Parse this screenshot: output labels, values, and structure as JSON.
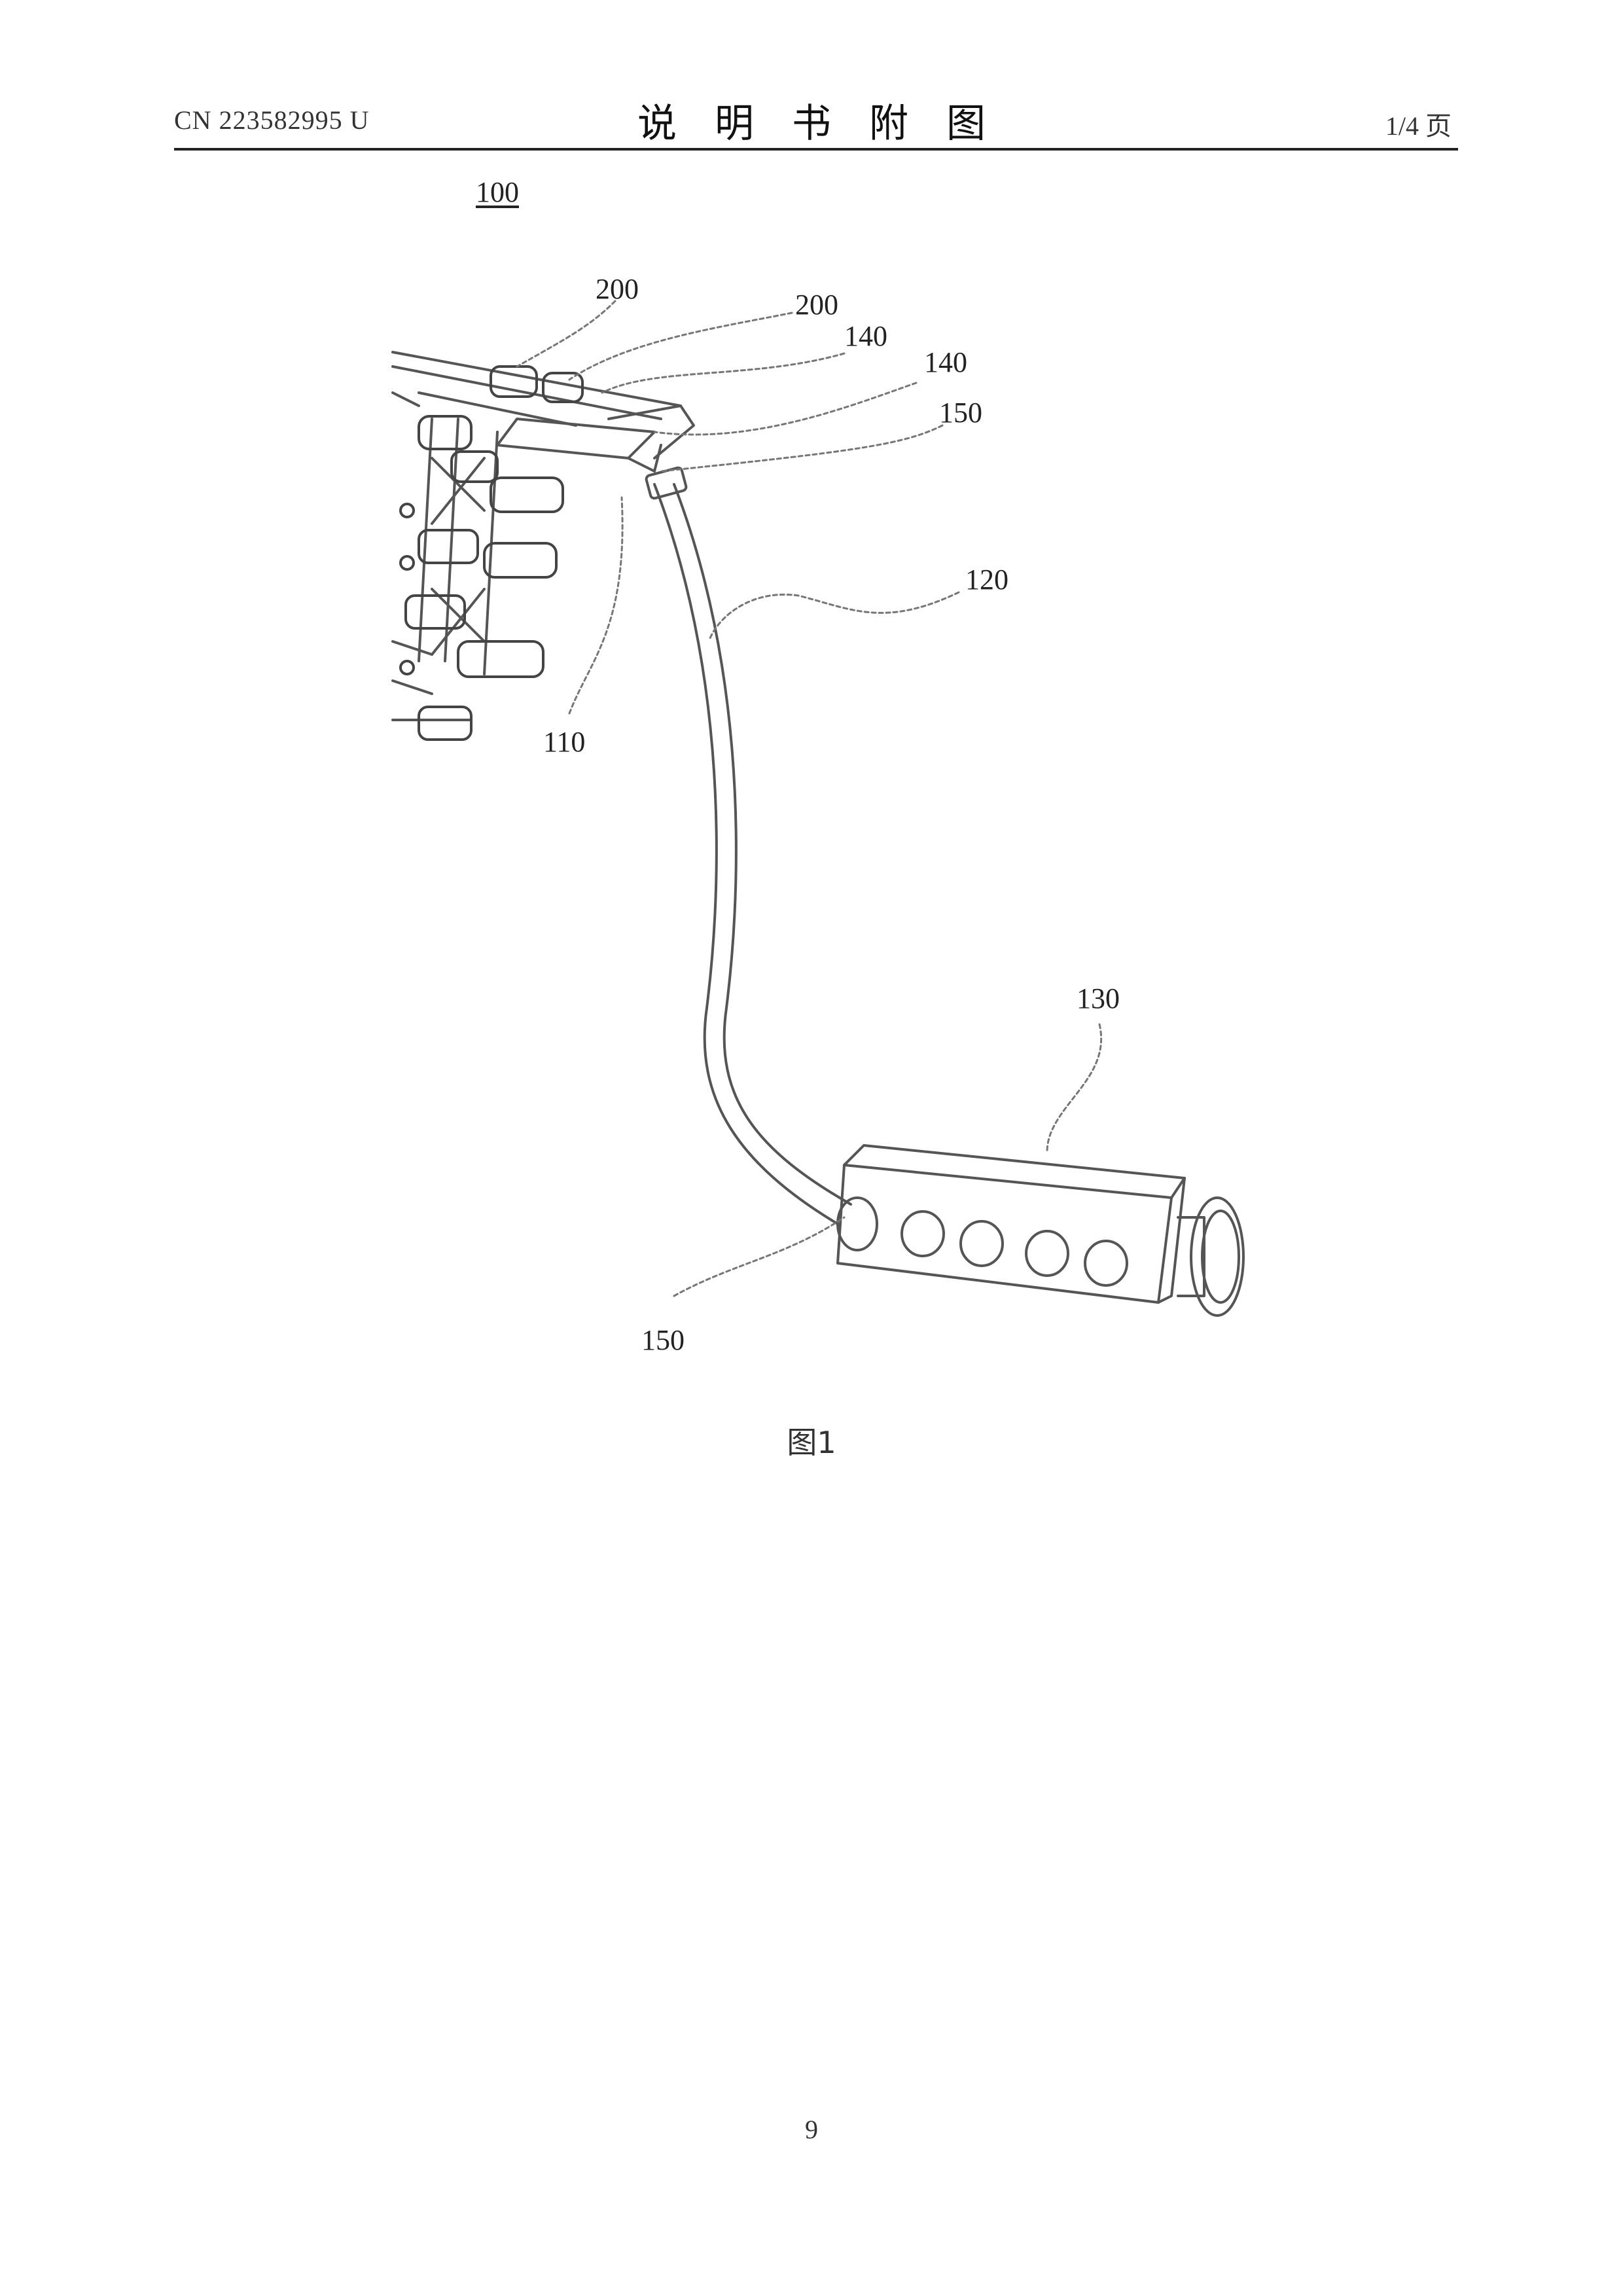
{
  "header": {
    "doc_number": "CN 223582995 U",
    "title": "说明书附图",
    "page_count": "1/4 页"
  },
  "figure": {
    "ref": "100",
    "labels": {
      "l200a": "200",
      "l200b": "200",
      "l140a": "140",
      "l140b": "140",
      "l150a": "150",
      "l120": "120",
      "l110": "110",
      "l130": "130",
      "l150b": "150"
    },
    "caption": "图1"
  },
  "footer": {
    "page_number": "9"
  }
}
